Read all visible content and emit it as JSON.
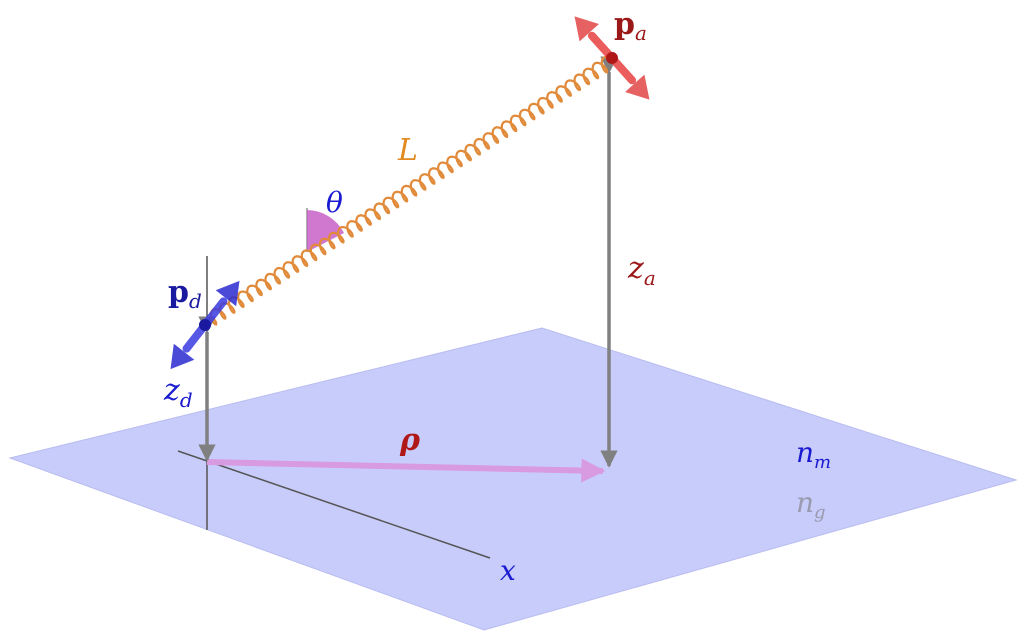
{
  "labels": {
    "pa_main": "p",
    "pa_sub": "a",
    "pd_main": "p",
    "pd_sub": "d",
    "L": "L",
    "theta": "θ",
    "za_main": "z",
    "za_sub": "a",
    "zd_main": "z",
    "zd_sub": "d",
    "rho": "ρ",
    "nm_main": "n",
    "nm_sub": "m",
    "ng_main": "n",
    "ng_sub": "g",
    "x": "x"
  },
  "colors": {
    "plane": "#c8ccfa",
    "acceptor": "#e03a3a",
    "donor": "#2a2ad0",
    "spring": "#e08a3a",
    "rho_arrow": "#d89ae0",
    "rho_label": "#b01818",
    "theta_fill": "#c860c8",
    "theta_label": "#1a1ad0",
    "L_label": "#e08a20",
    "z_arrow": "#808080",
    "za_label": "#9a1818",
    "zd_label": "#1a1ad0",
    "nm_label": "#1a1ad0",
    "ng_label": "#9a9ab0",
    "x_label": "#1a1ad0",
    "axis": "#555555"
  }
}
